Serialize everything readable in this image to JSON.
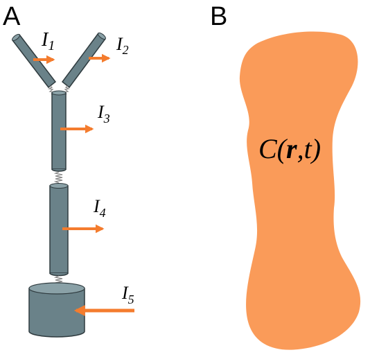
{
  "panel_a": {
    "letter": "A",
    "labels": [
      {
        "id": "i1",
        "base": "I",
        "sub": "1"
      },
      {
        "id": "i2",
        "base": "I",
        "sub": "2"
      },
      {
        "id": "i3",
        "base": "I",
        "sub": "3"
      },
      {
        "id": "i4",
        "base": "I",
        "sub": "4"
      },
      {
        "id": "i5",
        "base": "I",
        "sub": "5"
      }
    ]
  },
  "panel_b": {
    "letter": "B",
    "label": {
      "prefix": "C(",
      "bold": "r",
      "suffix": ",t)"
    }
  },
  "colors": {
    "segment_fill": "#6a8289",
    "segment_edge": "#2f3b3f",
    "arrow": "#f47c2e",
    "blob": "#fa9b59",
    "spring": "#8a8a8a"
  },
  "icons": [
    "arrow-right-icon",
    "arrow-left-icon",
    "spring-icon"
  ]
}
